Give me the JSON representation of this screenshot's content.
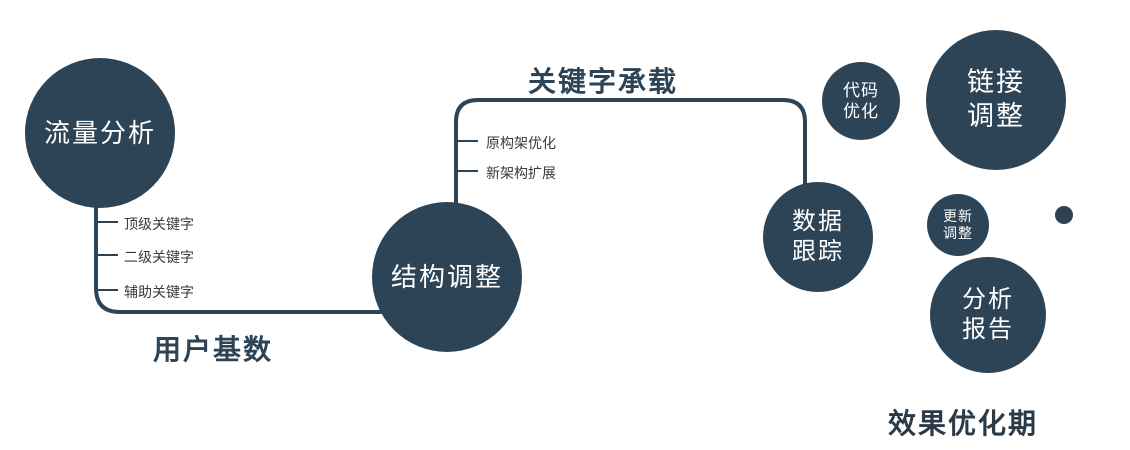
{
  "colors": {
    "navy": "#2d4456",
    "ink": "#3a3a3a"
  },
  "nodes": {
    "traffic": {
      "label": "流量分析"
    },
    "structure": {
      "label": "结构调整"
    },
    "tracking": {
      "line1": "数据",
      "line2": "跟踪"
    },
    "code": {
      "line1": "代码",
      "line2": "优化"
    },
    "link": {
      "line1": "链接",
      "line2": "调整"
    },
    "update": {
      "line1": "更新",
      "line2": "调整"
    },
    "report": {
      "line1": "分析",
      "line2": "报告"
    }
  },
  "tick_labels": {
    "left": [
      "顶级关键字",
      "二级关键字",
      "辅助关键字"
    ],
    "middle": [
      "原构架优化",
      "新架构扩展"
    ]
  },
  "edge_labels": {
    "user_base": "用户基数",
    "keyword_carry": "关键字承载"
  },
  "footer": {
    "phase": "效果优化期"
  }
}
